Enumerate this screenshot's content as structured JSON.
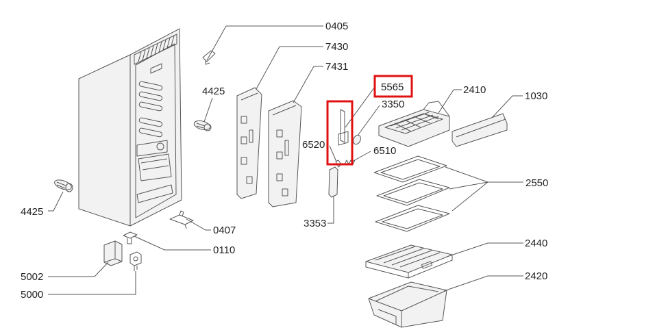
{
  "diagram": {
    "labels": [
      "0405",
      "7430",
      "7431",
      "4425",
      "5565",
      "3350",
      "2410",
      "1030",
      "6520",
      "6510",
      "2550",
      "2440",
      "2420",
      "4425",
      "0407",
      "3353",
      "0110",
      "5002",
      "5000"
    ]
  },
  "colors": {
    "highlight": "#e01010",
    "line": "#555555",
    "text": "#222222"
  }
}
